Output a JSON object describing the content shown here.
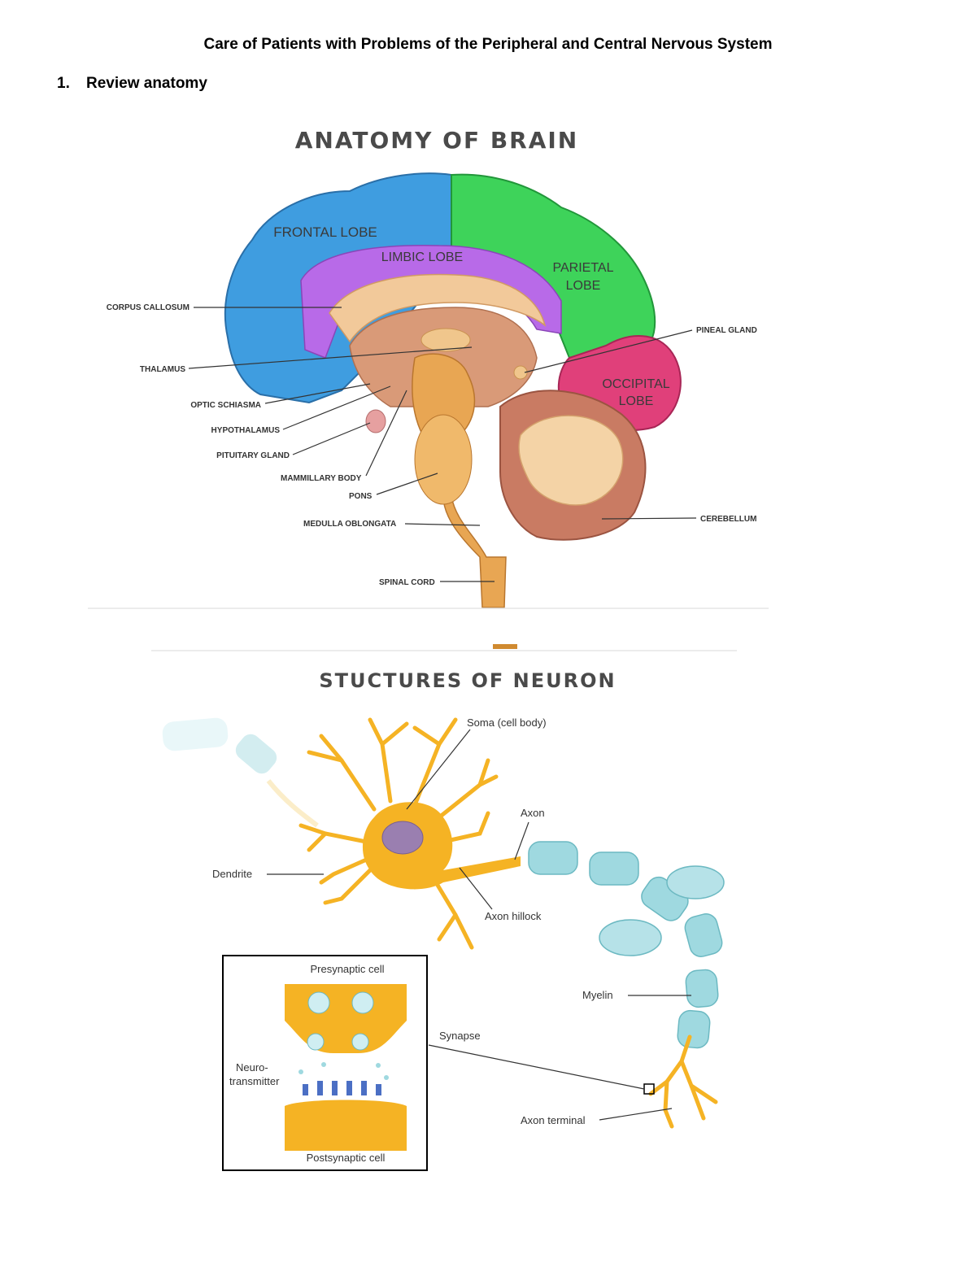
{
  "document": {
    "title": "Care of Patients with Problems of the Peripheral and Central Nervous System",
    "section_number": "1.",
    "section_heading": "Review anatomy"
  },
  "brain_figure": {
    "title": "ANATOMY OF BRAIN",
    "lobes": {
      "frontal": "FRONTAL LOBE",
      "limbic": "LIMBIC LOBE",
      "parietal_1": "PARIETAL",
      "parietal_2": "LOBE",
      "occipital_1": "OCCIPITAL",
      "occipital_2": "LOBE"
    },
    "labels": {
      "corpus_callosum": "CORPUS CALLOSUM",
      "thalamus": "THALAMUS",
      "optic_schiasma": "OPTIC SCHIASMA",
      "hypothalamus": "HYPOTHALAMUS",
      "pituitary_gland": "PITUITARY GLAND",
      "mammillary_body": "MAMMILLARY BODY",
      "pons": "PONS",
      "medulla_oblongata": "MEDULLA OBLONGATA",
      "spinal_cord": "SPINAL CORD",
      "pineal_gland": "PINEAL GLAND",
      "cerebellum": "CEREBELLUM"
    },
    "colors": {
      "frontal": "#3f9de0",
      "limbic": "#b86ae8",
      "parietal": "#3ed35a",
      "occipital": "#e0407a",
      "brainstem": "#e8a653",
      "cerebellum": "#c97b63"
    }
  },
  "neuron_figure": {
    "title": "STUCTURES OF NEURON",
    "labels": {
      "soma": "Soma (cell body)",
      "axon": "Axon",
      "dendrite": "Dendrite",
      "axon_hillock": "Axon hillock",
      "myelin": "Myelin",
      "synapse": "Synapse",
      "axon_terminal": "Axon terminal",
      "presynaptic": "Presynaptic cell",
      "neurotransmitter_1": "Neuro-",
      "neurotransmitter_2": "transmitter",
      "postsynaptic": "Postsynaptic cell"
    },
    "colors": {
      "neuron": "#f5b324",
      "myelin": "#9fd9e0",
      "soma_nucleus": "#9a7fb0",
      "receptor": "#4b6fc4"
    }
  }
}
